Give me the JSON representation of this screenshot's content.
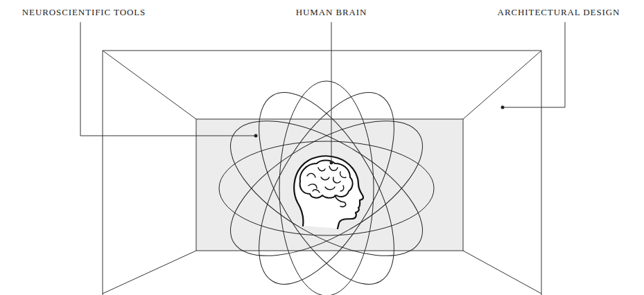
{
  "diagram": {
    "labels": [
      "NEUROSCIENTIFIC TOOLS",
      "HUMAN BRAIN",
      "ARCHITECTURAL DESIGN"
    ]
  }
}
